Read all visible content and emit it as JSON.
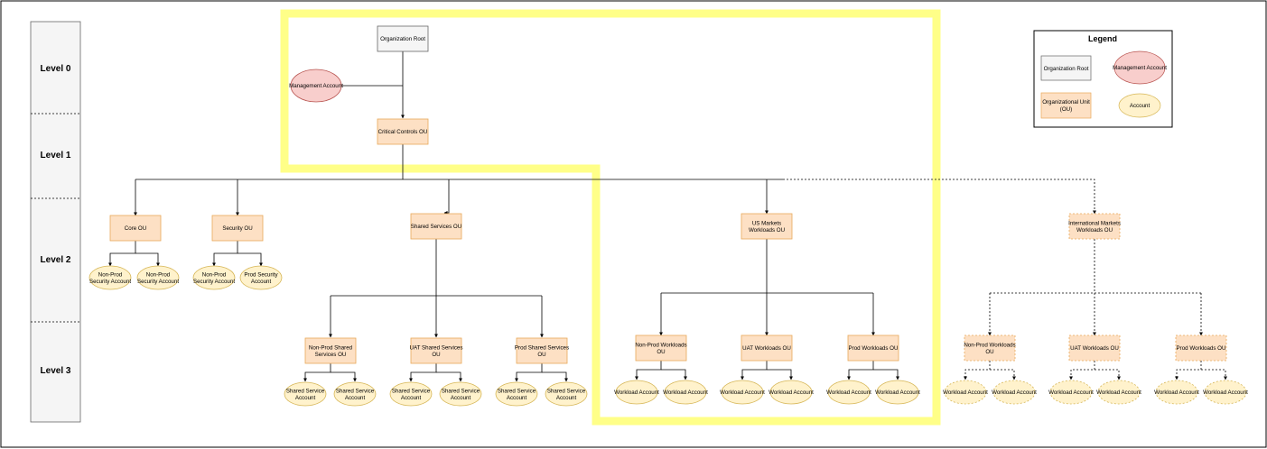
{
  "levels": [
    "Level 0",
    "Level 1",
    "Level 2",
    "Level 3"
  ],
  "legend": {
    "title": "Legend",
    "org_root": "Organization Root",
    "management_account": "Management Account",
    "ou": [
      "Organizational Unit",
      "(OU)"
    ],
    "account": "Account"
  },
  "nodes": {
    "org_root": [
      "Organization Root"
    ],
    "management_account": [
      "Management Account"
    ],
    "critical_controls_ou": [
      "Critical Controls OU"
    ],
    "core_ou": [
      "Core OU"
    ],
    "security_ou": [
      "Security OU"
    ],
    "shared_services_ou": [
      "Shared Services OU"
    ],
    "us_markets_ou": [
      "US Markets",
      "Workloads OU"
    ],
    "intl_markets_ou": [
      "International Markets",
      "Workloads OU"
    ],
    "core_acct_1": [
      "Non-Prod",
      "Security Account"
    ],
    "core_acct_2": [
      "Non-Prod",
      "Security Account"
    ],
    "sec_acct_1": [
      "Non-Prod",
      "Security Account"
    ],
    "sec_acct_2": [
      "Prod Security",
      "Account"
    ],
    "nonprod_shared_ou": [
      "Non-Prod Shared",
      "Services OU"
    ],
    "uat_shared_ou": [
      "UAT Shared Services",
      "OU"
    ],
    "prod_shared_ou": [
      "Prod Shared Services",
      "OU"
    ],
    "ss_acct_1": [
      "Shared Service",
      "Account"
    ],
    "ss_acct_2": [
      "Shared Service",
      "Account"
    ],
    "ss_acct_3": [
      "Shared Service",
      "Account"
    ],
    "ss_acct_4": [
      "Shared Service",
      "Account"
    ],
    "ss_acct_5": [
      "Shared Service",
      "Account"
    ],
    "ss_acct_6": [
      "Shared Service",
      "Account"
    ],
    "us_nonprod_ou": [
      "Non-Prod Workloads",
      "OU"
    ],
    "us_uat_ou": [
      "UAT Workloads OU"
    ],
    "us_prod_ou": [
      "Prod Workloads OU"
    ],
    "us_wl_1": [
      "Workload Account"
    ],
    "us_wl_2": [
      "Workload Account"
    ],
    "us_wl_3": [
      "Workload Account"
    ],
    "us_wl_4": [
      "Workload Account"
    ],
    "us_wl_5": [
      "Workload Account"
    ],
    "us_wl_6": [
      "Workload Account"
    ],
    "intl_nonprod_ou": [
      "Non-Prod Workloads",
      "OU"
    ],
    "intl_uat_ou": [
      "UAT Workloads OU"
    ],
    "intl_prod_ou": [
      "Prod Workloads OU"
    ],
    "intl_wl_1": [
      "Workload Account"
    ],
    "intl_wl_2": [
      "Workload Account"
    ],
    "intl_wl_3": [
      "Workload Account"
    ],
    "intl_wl_4": [
      "Workload Account"
    ],
    "intl_wl_5": [
      "Workload Account"
    ],
    "intl_wl_6": [
      "Workload Account"
    ]
  },
  "colors": {
    "ou_fill": "#fde0c4",
    "ou_stroke": "#e8a95a",
    "account_fill": "#fff2cc",
    "account_stroke": "#d6b656",
    "mgmt_fill": "#f8cecc",
    "mgmt_stroke": "#b85450",
    "root_fill": "#f5f5f5",
    "root_stroke": "#666666",
    "highlight": "#ffff88",
    "level_bar_fill": "#f5f5f5"
  }
}
